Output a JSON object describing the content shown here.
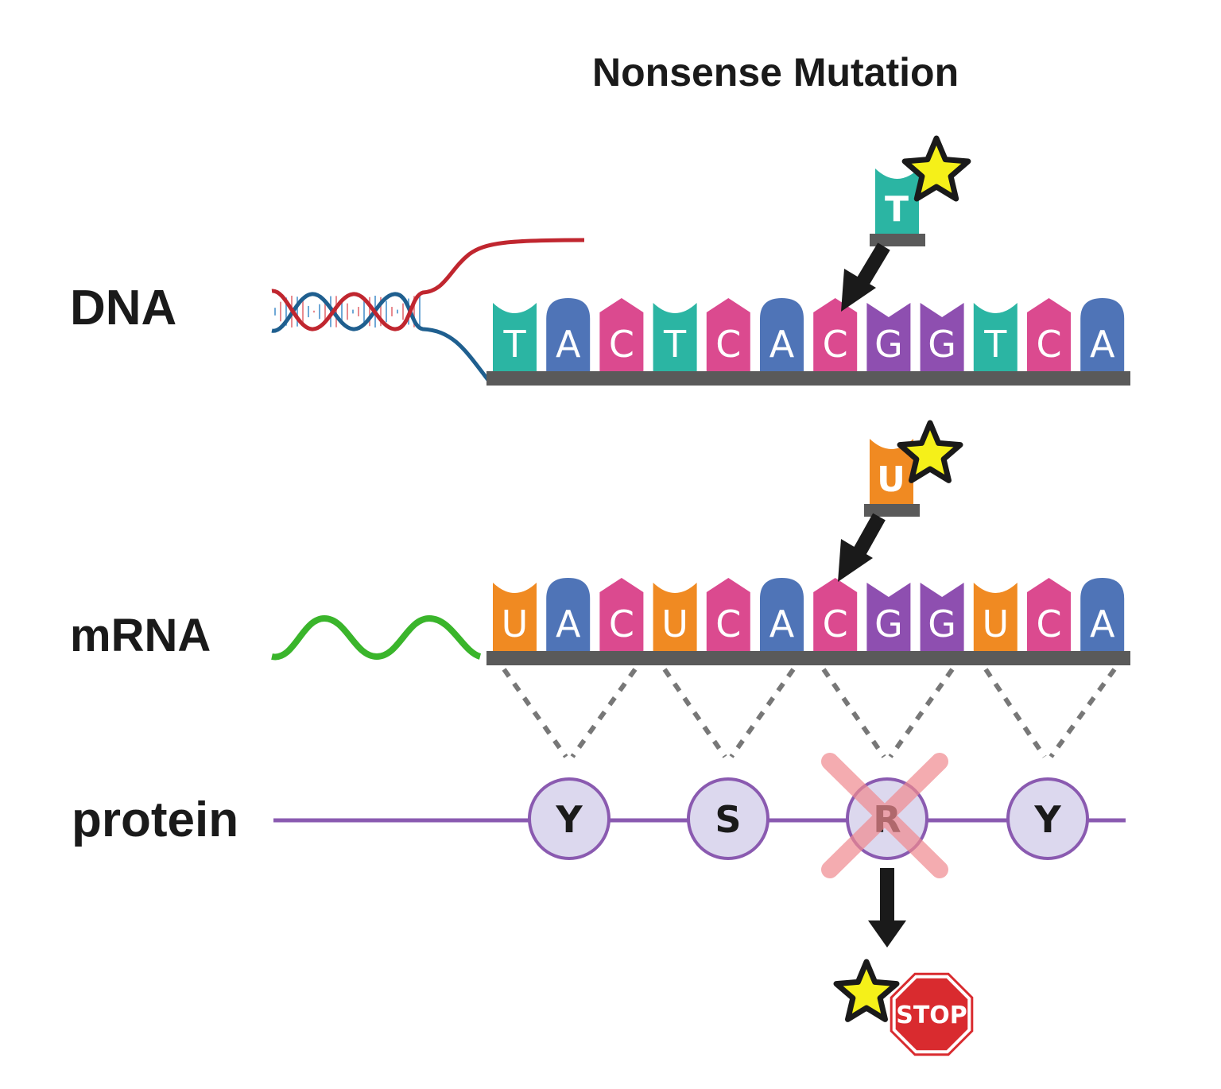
{
  "title": "Nonsense Mutation",
  "labels": {
    "dna": "DNA",
    "mrna": "mRNA",
    "protein": "protein"
  },
  "dna_sequence": [
    "T",
    "A",
    "C",
    "T",
    "C",
    "A",
    "C",
    "G",
    "G",
    "T",
    "C",
    "A"
  ],
  "mrna_sequence": [
    "U",
    "A",
    "C",
    "U",
    "C",
    "A",
    "C",
    "G",
    "G",
    "U",
    "C",
    "A"
  ],
  "dna_mutant_base": "T",
  "mrna_mutant_base": "U",
  "amino_acids": [
    "Y",
    "S",
    "R",
    "Y"
  ],
  "crossed_amino_acid": "R",
  "stop_label": "STOP",
  "colors": {
    "T": "#2bb5a3",
    "A": "#4f74b7",
    "C": "#db4a8f",
    "G": "#8e4fb0",
    "U": "#f08a22",
    "backbone": "#5a5a5a",
    "protein_line": "#8a5ab0",
    "amino_fill": "#dcd8ee",
    "amino_stroke": "#8a5ab0",
    "mrna_wave": "#3ab52b",
    "dna_red": "#c0262f",
    "dna_blue": "#1f5f8f",
    "star_fill": "#f5f019",
    "stop_red": "#d92b2f",
    "cross": "#f08a8f"
  }
}
